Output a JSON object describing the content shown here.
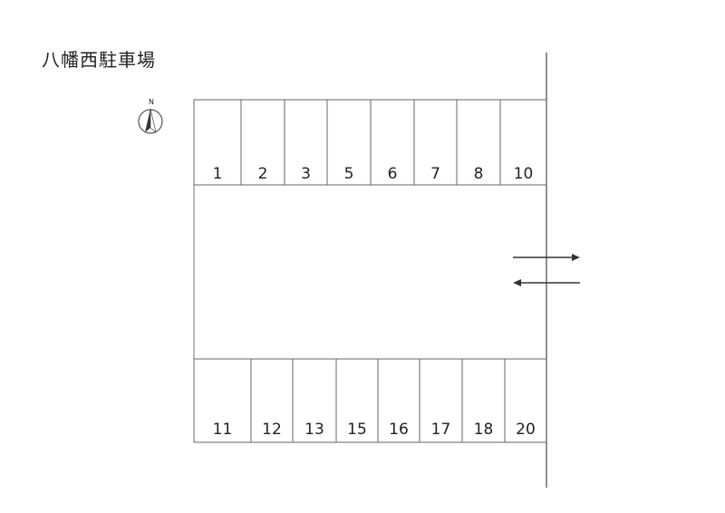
{
  "title": "八幡西駐車場",
  "compass": {
    "label": "N"
  },
  "rows": {
    "top": [
      "1",
      "2",
      "3",
      "5",
      "6",
      "7",
      "8",
      "10"
    ],
    "bottom": [
      "11",
      "12",
      "13",
      "15",
      "16",
      "17",
      "18",
      "20"
    ]
  },
  "arrows": [
    "in-arrow-right",
    "out-arrow-left"
  ]
}
